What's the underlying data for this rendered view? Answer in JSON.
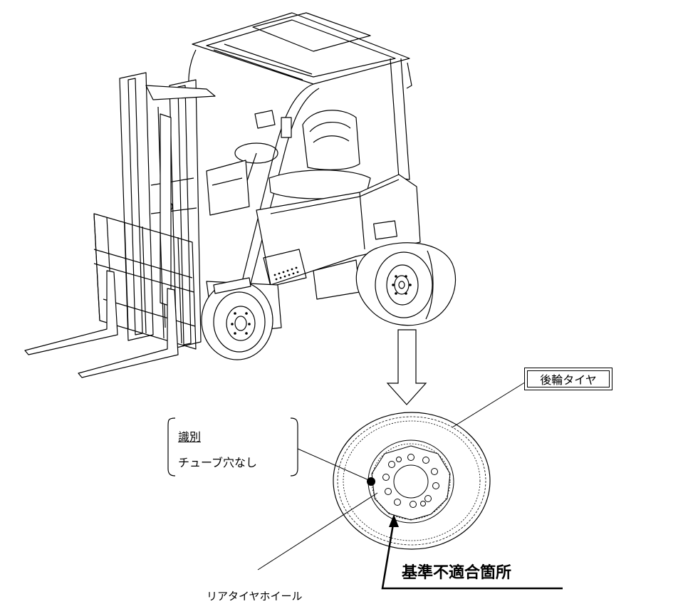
{
  "labels": {
    "rear_tire": "後輪タイヤ",
    "identification_title": "識別",
    "identification_desc": "チューブ穴なし",
    "rear_tire_wheel": "リアタイヤホイール",
    "nonconforming_part": "基準不適合箇所"
  },
  "icons": {
    "forklift": "forklift-line-drawing",
    "arrow": "down-arrow",
    "marker": "black-dot"
  },
  "colors": {
    "line": "#000000",
    "background": "#ffffff"
  }
}
